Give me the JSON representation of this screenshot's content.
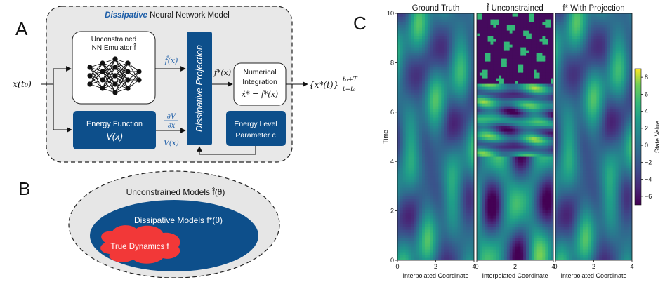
{
  "panels": {
    "a": "A",
    "b": "B",
    "c": "C"
  },
  "diagram": {
    "model_title_emph": "Dissipative",
    "model_title_rest": " Neural Network Model",
    "emulator_line1": "Unconstrained",
    "emulator_line2": "NN Emulator f̂",
    "input_label": "x(t₀)",
    "fhat_label": "f̂(x)",
    "projection_label": "Dissipative Projection",
    "fstar_label": "f*(x)",
    "integration_line1": "Numerical",
    "integration_line2": "Integration",
    "integration_eq": "ẋ* = f*(x)",
    "output_label": "{x*(t)}",
    "output_sup": "t₀+T",
    "output_sub": "t=t₀",
    "energy_line1": "Energy Function",
    "energy_line2": "V(x)",
    "dvdx_num": "∂V",
    "dvdx_den": "∂x",
    "vx_label": "V(x)",
    "level_line1": "Energy Level",
    "level_line2": "Parameter c"
  },
  "venn": {
    "outer": "Unconstrained Models f̂(θ)",
    "middle": "Dissipative Models f*(θ)",
    "inner": "True Dynamics f"
  },
  "chart_data": {
    "type": "heatmap",
    "panels": [
      {
        "title": "Ground Truth",
        "xlabel": "Interpolated Coordinate"
      },
      {
        "title": "f̂ Unconstrained",
        "xlabel": "Interpolated Coordinate"
      },
      {
        "title": "f* With Projection",
        "xlabel": "Interpolated Coordinate"
      }
    ],
    "ylabel": "Time",
    "xlim": [
      0,
      4
    ],
    "ylim": [
      0,
      10
    ],
    "xticks": [
      0,
      2,
      4
    ],
    "yticks": [
      0,
      2,
      4,
      6,
      8,
      10
    ],
    "colorbar": {
      "label": "State Value",
      "range": [
        -7,
        9
      ],
      "ticks": [
        -6,
        -4,
        -2,
        0,
        2,
        4,
        6,
        8
      ],
      "colormap": "viridis"
    }
  },
  "colors": {
    "navy": "#0d4f8b",
    "blue_text": "#1f5fa8",
    "box_fill": "#e8e8e8",
    "venn_outer": "#e6e6e6",
    "venn_middle": "#0d4f8b",
    "venn_inner": "#f23838"
  }
}
